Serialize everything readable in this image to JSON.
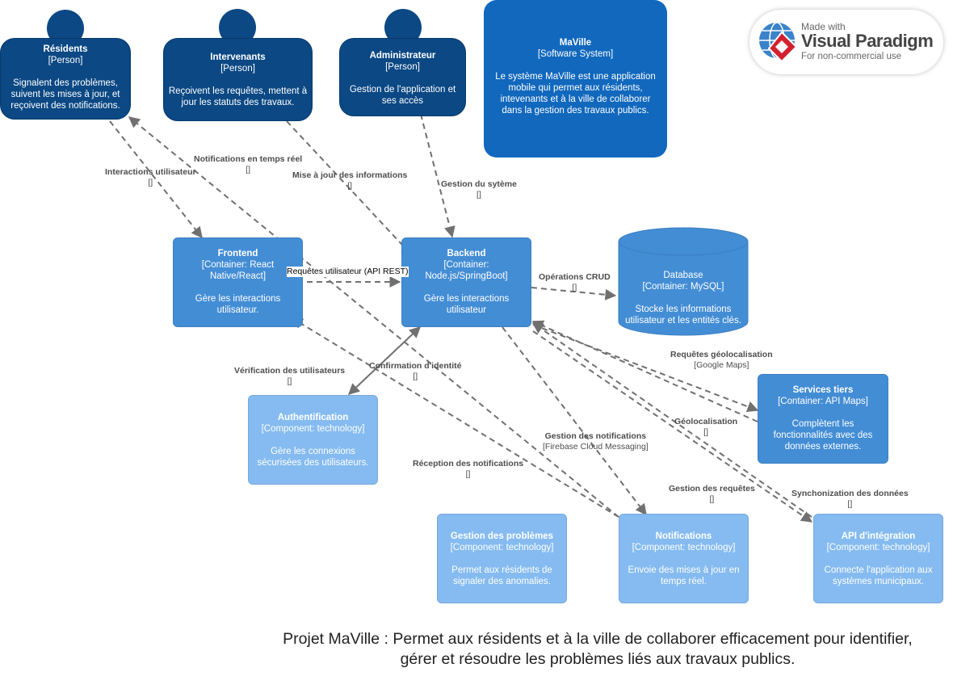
{
  "persons": {
    "residents": {
      "title": "Résidents",
      "type": "[Person]",
      "desc": "Signalent des problèmes, suivent les mises à jour, et reçoivent des notifications."
    },
    "intervenants": {
      "title": "Intervenants",
      "type": "[Person]",
      "desc": "Reçoivent les requêtes, mettent à jour les statuts des travaux."
    },
    "admin": {
      "title": "Administrateur",
      "type": "[Person]",
      "desc": "Gestion de l'application et ses accès"
    }
  },
  "system": {
    "title": "MaVille",
    "type": "[Software System]",
    "desc": "Le système MaVille est une application mobile qui permet aux résidents, intevenants et à la ville de collaborer dans la gestion des travaux publics."
  },
  "containers": {
    "frontend": {
      "title": "Frontend",
      "type": "[Container: React Native/React]",
      "desc": "Gère les interactions utilisateur."
    },
    "backend": {
      "title": "Backend",
      "type": "[Container: Node.js/SpringBoot]",
      "desc": "Gère les interactions utilisateur"
    },
    "database": {
      "title": "Database",
      "type": "[Container: MySQL]",
      "desc": "Stocke les informations utilisateur et les entités clés."
    },
    "services": {
      "title": "Services tiers",
      "type": "[Container: API Maps]",
      "desc": "Complètent les fonctionnalités avec des données externes."
    }
  },
  "components": {
    "auth": {
      "title": "Authentification",
      "type": "[Component: technology]",
      "desc": "Gère les connexions sécurisées des utilisateurs."
    },
    "problems": {
      "title": "Gestion des problèmes",
      "type": "[Component: technology]",
      "desc": "Permet aux résidents de signaler des anomalies."
    },
    "notifications": {
      "title": "Notifications",
      "type": "[Component: technology]",
      "desc": "Envoie des mises à jour en temps réel."
    },
    "api": {
      "title": "API d'intégration",
      "type": "[Component: technology]",
      "desc": "Connecte l'application aux systèmes municipaux."
    }
  },
  "edges": {
    "interactions": {
      "label": "Interactions utilisateur",
      "tech": "[]"
    },
    "notif_temps_reel": {
      "label": "Notifications en temps réel",
      "tech": "[]"
    },
    "mise_a_jour": {
      "label": "Mise à jour des informations",
      "tech": "[]"
    },
    "gestion_systeme": {
      "label": "Gestion du sytème",
      "tech": "[]"
    },
    "requetes_utilisateur": {
      "label": "Requêtes utilisateur (API REST)"
    },
    "crud": {
      "label": "Opérations CRUD",
      "tech": "[]"
    },
    "geo_req": {
      "label": "Requêtes géolocalisation",
      "tech": "[Google Maps]"
    },
    "verification": {
      "label": "Vérification des utilisateurs",
      "tech": "[]"
    },
    "confirmation": {
      "label": "Confirmation d'identité",
      "tech": "[]"
    },
    "gestion_notif": {
      "label": "Gestion des notifications",
      "tech": "[Firebase Cloud Messaging]"
    },
    "geolocalisation": {
      "label": "Géolocalisation",
      "tech": "[]"
    },
    "reception": {
      "label": "Réception des notifications",
      "tech": "[]"
    },
    "gestion_requetes": {
      "label": "Gestion des requêtes",
      "tech": "[]"
    },
    "synchro": {
      "label": "Synchonization des données",
      "tech": "[]"
    }
  },
  "caption": {
    "line1": "Projet MaVille : Permet aux résidents et à la ville de collaborer efficacement pour identifier,",
    "line2": "gérer et résoudre les problèmes liés aux travaux publics."
  },
  "watermark": {
    "line1": "Made with",
    "line2": "Visual Paradigm",
    "line3": "For non-commercial use"
  },
  "colors": {
    "person": "#0b4884",
    "system": "#1168bd",
    "container": "#438dd5",
    "component": "#85bbf0",
    "edge": "#707070"
  }
}
